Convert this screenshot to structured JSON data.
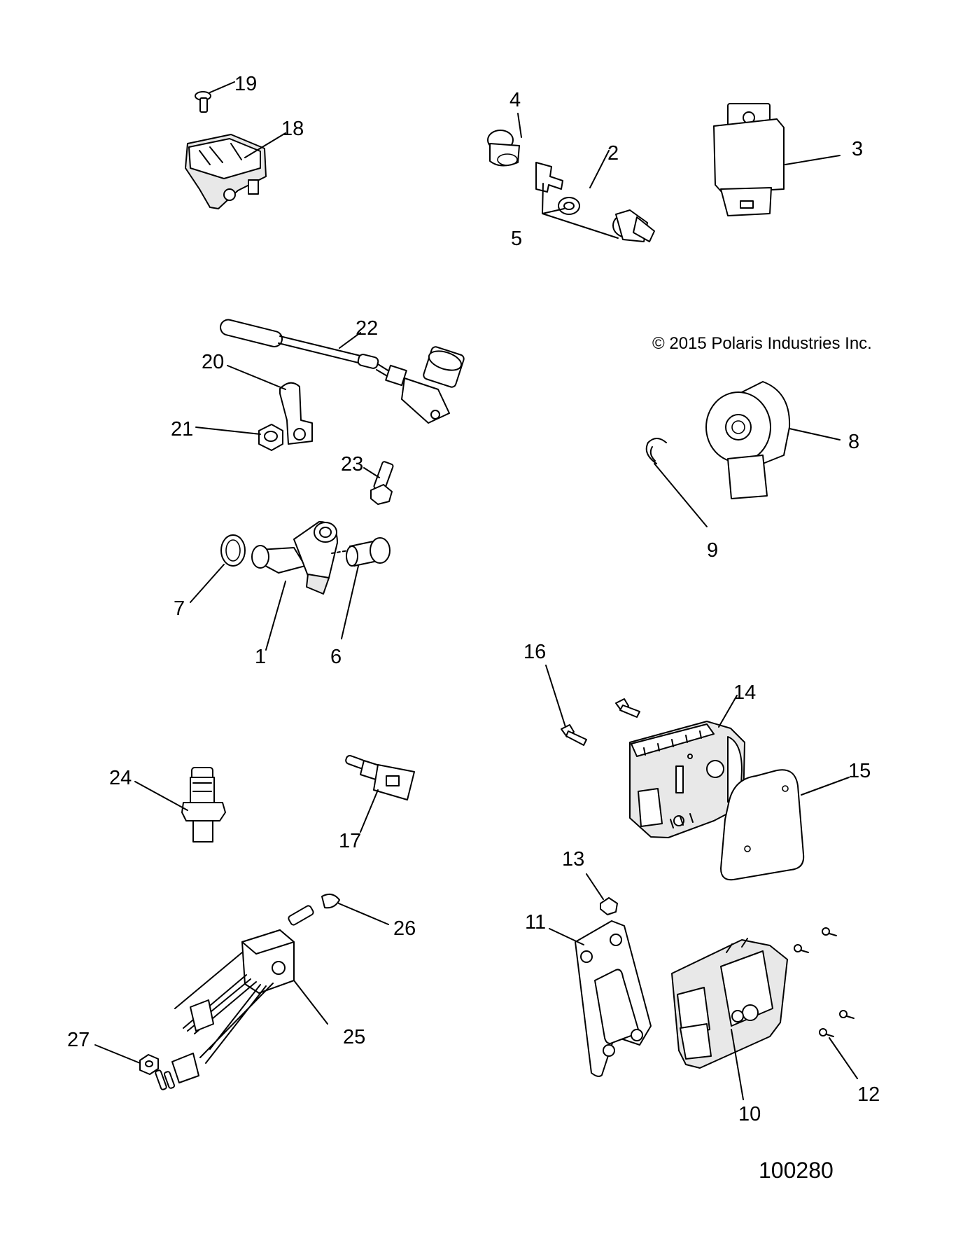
{
  "copyright": "© 2015 Polaris Industries Inc.",
  "figure_number": "100280",
  "callouts": {
    "c1": "1",
    "c2": "2",
    "c3": "3",
    "c4": "4",
    "c5": "5",
    "c6": "6",
    "c7": "7",
    "c8": "8",
    "c9": "9",
    "c10": "10",
    "c11": "11",
    "c12": "12",
    "c13": "13",
    "c14": "14",
    "c15": "15",
    "c16": "16",
    "c17": "17",
    "c18": "18",
    "c19": "19",
    "c20": "20",
    "c21": "21",
    "c22": "22",
    "c23": "23",
    "c24": "24",
    "c25": "25",
    "c26": "26",
    "c27": "27"
  }
}
